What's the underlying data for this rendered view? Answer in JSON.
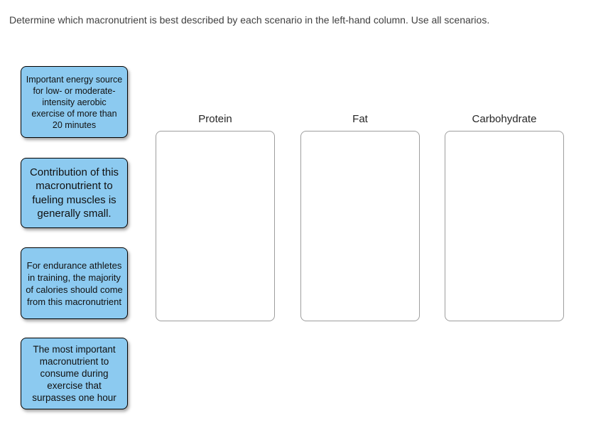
{
  "instruction": "Determine which macronutrient is best described by each scenario in the left-hand column. Use all scenarios.",
  "scenarios": [
    {
      "text": "Important energy source for low- or moderate-intensity aerobic exercise of more than 20 minutes"
    },
    {
      "text": "Contribution of this macronutrient to fueling muscles is generally small."
    },
    {
      "text": "For endurance athletes in training, the majority of calories should come from this macronutrient"
    },
    {
      "text": "The most important macronutrient to consume during exercise that surpasses one hour"
    }
  ],
  "categories": [
    {
      "label": "Protein"
    },
    {
      "label": "Fat"
    },
    {
      "label": "Carbohydrate"
    }
  ],
  "colors": {
    "card-bg": "#8ccaf0",
    "card-border": "#000000",
    "dropzone-border": "#9e9e9e",
    "title-text": "#3f3f3f",
    "header-text": "#262626",
    "card-text": "#111111",
    "page-bg": "#ffffff"
  }
}
